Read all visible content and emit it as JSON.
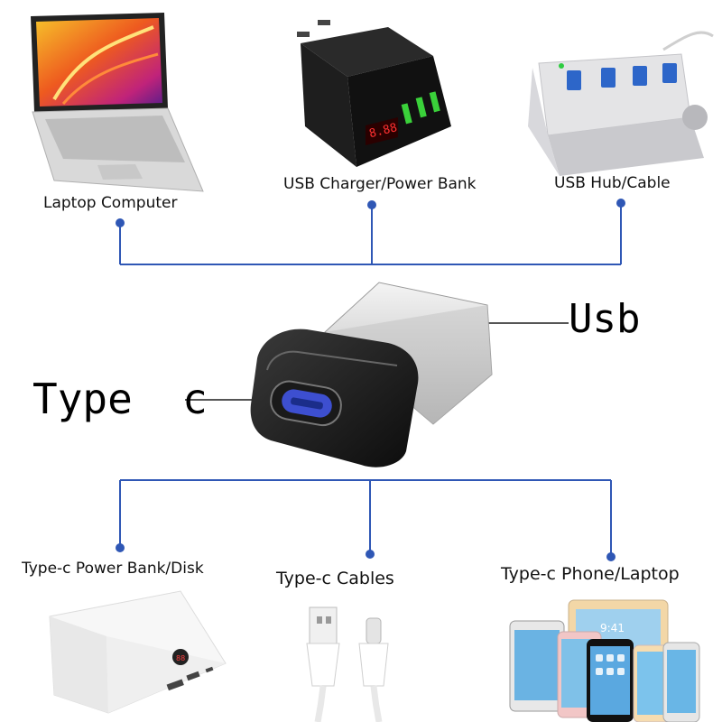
{
  "top_devices": [
    {
      "label": "Laptop Computer"
    },
    {
      "label": "USB Charger/Power Bank"
    },
    {
      "label": "USB Hub/Cable"
    }
  ],
  "adapter": {
    "usb_label": "Usb",
    "typec_label": "Type  c"
  },
  "bottom_devices": [
    {
      "label": "Type-c Power Bank/Disk"
    },
    {
      "label": "Type-c Cables"
    },
    {
      "label": "Type-c Phone/Laptop"
    }
  ],
  "colors": {
    "connector_line": "#2f57b5",
    "dot": "#2f57b5"
  }
}
